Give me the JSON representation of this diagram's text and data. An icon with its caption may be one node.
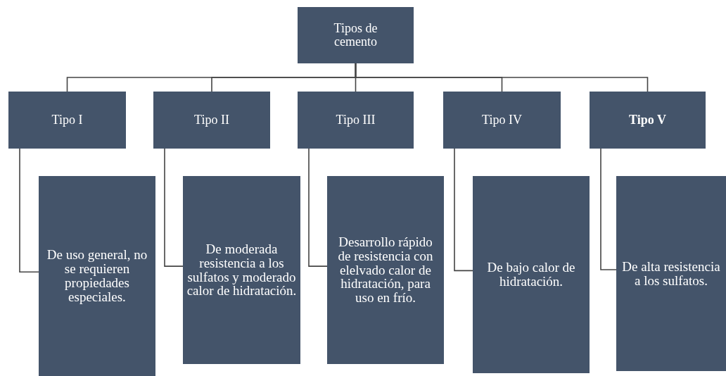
{
  "diagram": {
    "nodes": [
      {
        "text": [
          "Tipos de cemento"
        ]
      },
      {
        "text": [
          "Tipo I"
        ]
      },
      {
        "text": [
          "Tipo II"
        ]
      },
      {
        "text": [
          "Tipo III"
        ]
      },
      {
        "text": [
          "Tipo IV"
        ]
      },
      {
        "text": [
          "Tipo V"
        ]
      },
      {
        "text": [
          "De uso general, no se requieren propiedades especiales."
        ]
      },
      {
        "text": [
          "De moderada resistencia a los sulfatos y moderado calor de hidratación."
        ]
      },
      {
        "text": [
          "Desarrollo rápido de resistencia con elelvado calor de hidratación, para uso en frío."
        ]
      },
      {
        "text": [
          "De bajo calor de hidratación."
        ]
      },
      {
        "text": [
          "De alta resistencia a los sulfatos."
        ]
      }
    ],
    "edges": [
      {
        "from": 0,
        "to": 1,
        "arrow": "none"
      },
      {
        "from": 0,
        "to": 2,
        "arrow": "none"
      },
      {
        "from": 0,
        "to": 3,
        "arrow": "none"
      },
      {
        "from": 0,
        "to": 4,
        "arrow": "none"
      },
      {
        "from": 0,
        "to": 5,
        "arrow": "none"
      },
      {
        "from": 1,
        "to": 6,
        "arrow": "none"
      },
      {
        "from": 2,
        "to": 7,
        "arrow": "none"
      },
      {
        "from": 3,
        "to": 8,
        "arrow": "none"
      },
      {
        "from": 4,
        "to": 9,
        "arrow": "none"
      },
      {
        "from": 5,
        "to": 10,
        "arrow": "none"
      }
    ]
  }
}
